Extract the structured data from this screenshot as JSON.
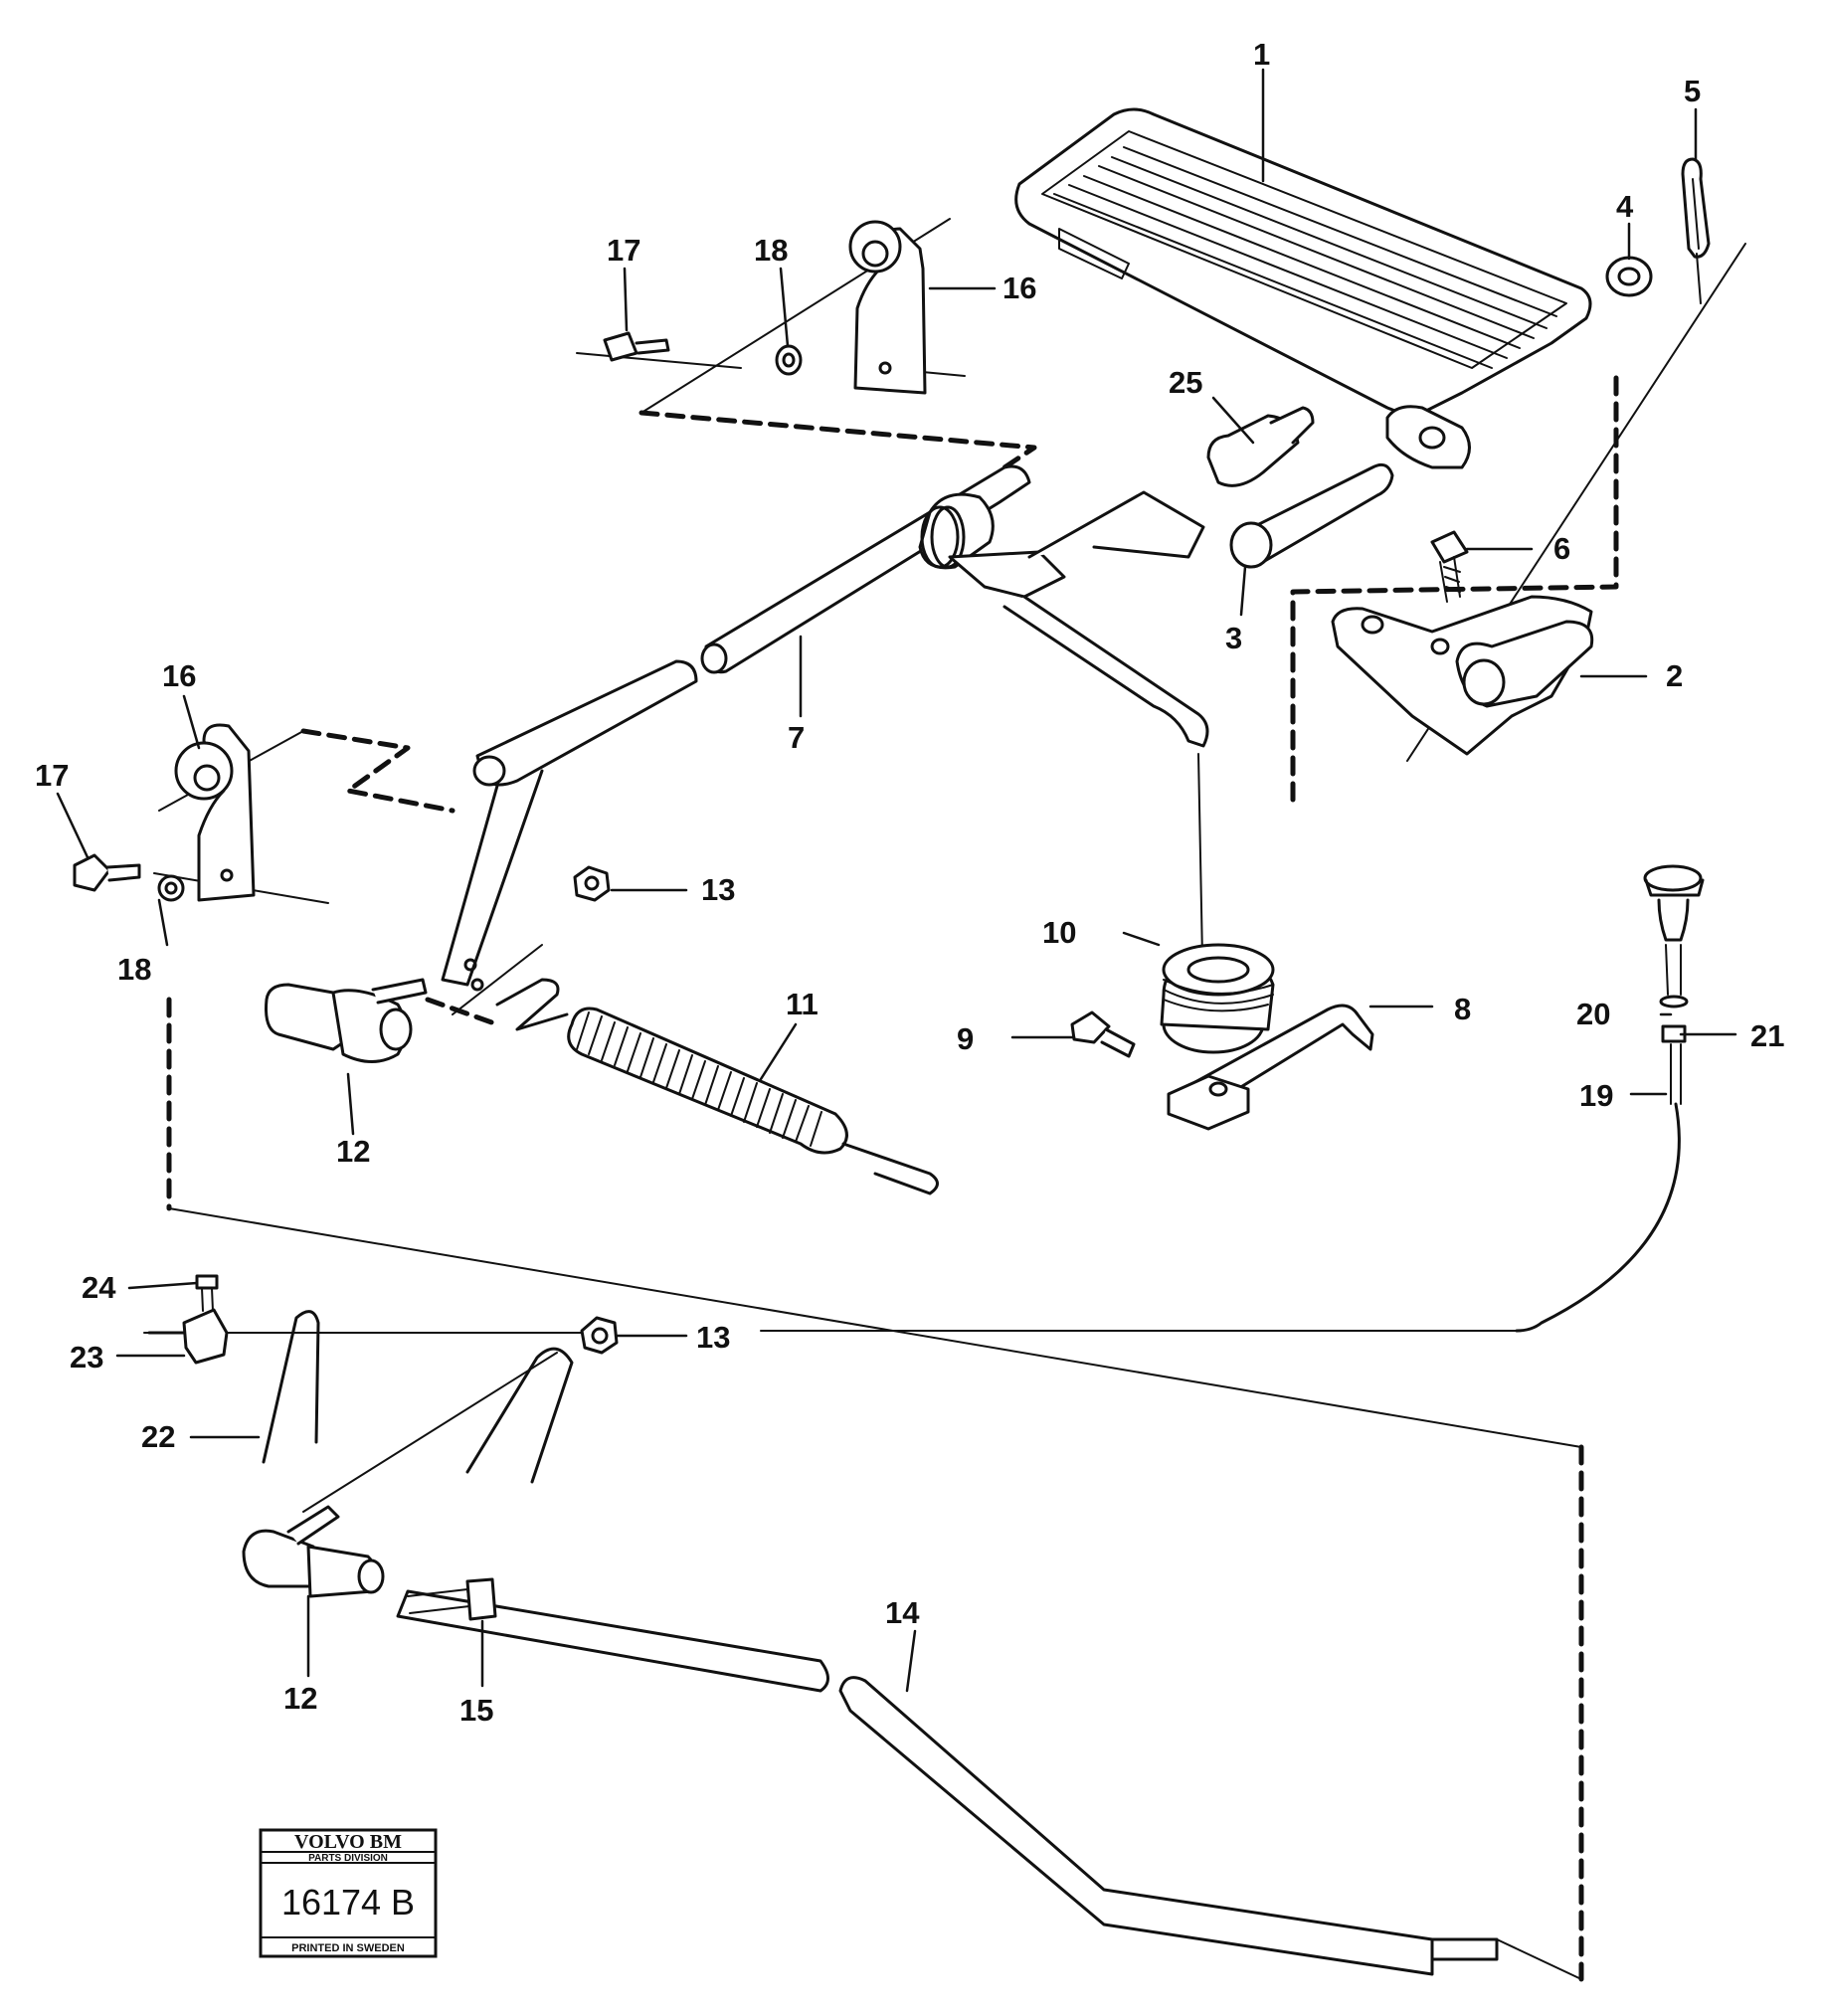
{
  "diagram": {
    "part_numbers": {
      "p1": "1",
      "p2": "2",
      "p3": "3",
      "p4": "4",
      "p5": "5",
      "p6": "6",
      "p7": "7",
      "p8": "8",
      "p9": "9",
      "p10": "10",
      "p11": "11",
      "p12a": "12",
      "p12b": "12",
      "p13a": "13",
      "p13b": "13",
      "p14": "14",
      "p15": "15",
      "p16a": "16",
      "p16b": "16",
      "p17a": "17",
      "p17b": "17",
      "p18a": "18",
      "p18b": "18",
      "p19": "19",
      "p20": "20",
      "p21": "21",
      "p22": "22",
      "p23": "23",
      "p24": "24",
      "p25": "25"
    },
    "stamp": {
      "brand": "VOLVO BM",
      "division": "PARTS DIVISION",
      "code": "16174 B",
      "footer": "PRINTED IN SWEDEN"
    },
    "colors": {
      "ink": "#111111",
      "paper": "#ffffff"
    }
  }
}
